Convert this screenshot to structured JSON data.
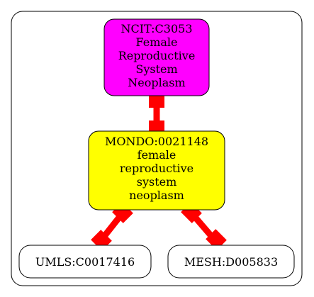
{
  "diagram": {
    "colors": {
      "edge": "#ff0000",
      "node_stroke": "#000000",
      "frame_stroke": "#000000"
    },
    "nodes": {
      "ncit": {
        "lines": [
          "NCIT:C3053",
          "Female",
          "Reproductive",
          "System",
          "Neoplasm"
        ],
        "fill": "#ff00ff"
      },
      "mondo": {
        "lines": [
          "MONDO:0021148",
          "female",
          "reproductive",
          "system",
          "neoplasm"
        ],
        "fill": "#ffff00"
      },
      "umls": {
        "lines": [
          "UMLS:C0017416"
        ],
        "fill": "#ffffff"
      },
      "mesh": {
        "lines": [
          "MESH:D005833"
        ],
        "fill": "#ffffff"
      }
    },
    "edges": [
      {
        "from": "ncit",
        "to": "mondo"
      },
      {
        "from": "mondo",
        "to": "umls"
      },
      {
        "from": "mondo",
        "to": "mesh"
      }
    ]
  }
}
